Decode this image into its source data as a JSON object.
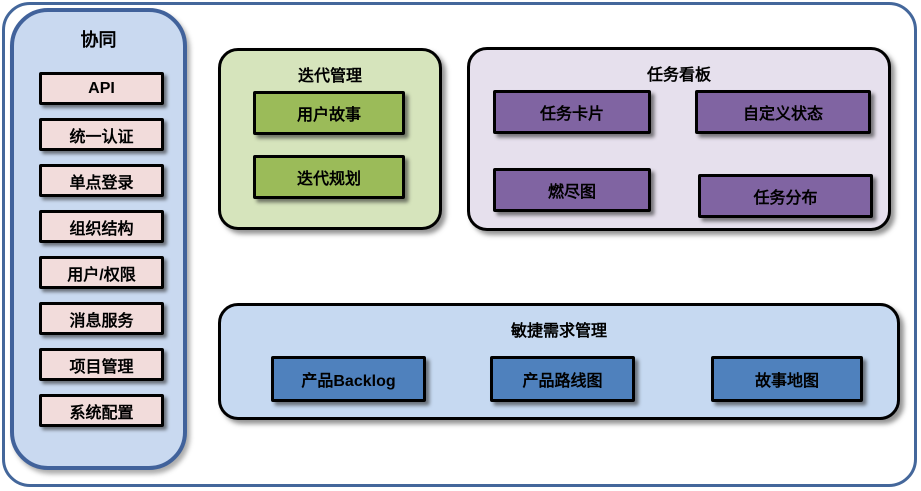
{
  "sidebar": {
    "title": "协同",
    "items": [
      "API",
      "统一认证",
      "单点登录",
      "组织结构",
      "用户/权限",
      "消息服务",
      "项目管理",
      "系统配置"
    ]
  },
  "iteration_panel": {
    "title": "迭代管理",
    "items": [
      "用户故事",
      "迭代规划"
    ]
  },
  "taskboard_panel": {
    "title": "任务看板",
    "items": [
      "任务卡片",
      "自定义状态",
      "燃尽图",
      "任务分布"
    ]
  },
  "requirements_panel": {
    "title": "敏捷需求管理",
    "items": [
      "产品Backlog",
      "产品路线图",
      "故事地图"
    ]
  },
  "colors": {
    "frame_border": "#44679b",
    "sidebar_bg": "#c9d9f0",
    "sidebar_border": "#41629b",
    "sidebar_item_bg": "#f2dcdb",
    "iteration_panel_bg": "#d6e4bc",
    "iteration_item_bg": "#9bbb59",
    "taskboard_panel_bg": "#e6e0ed",
    "taskboard_item_bg": "#8064a2",
    "requirements_panel_bg": "#c6d9f1",
    "requirements_item_bg": "#4f81bd",
    "item_border": "#000000",
    "text": "#000000"
  }
}
